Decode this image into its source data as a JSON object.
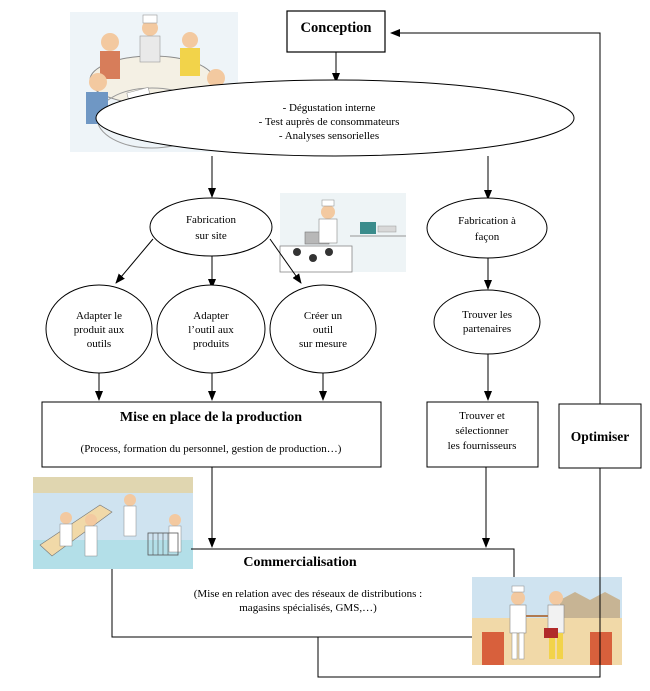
{
  "nodes": {
    "conception": {
      "label": "Conception"
    },
    "testing": {
      "lines": [
        "- Dégustation interne",
        "- Test auprès de consommateurs",
        "- Analyses sensorielles"
      ]
    },
    "fabrication_site": {
      "lines": [
        "Fabrication",
        "sur site"
      ]
    },
    "fabrication_facon": {
      "lines": [
        "Fabrication à",
        "façon"
      ]
    },
    "adapter_produit": {
      "lines": [
        "Adapter le",
        "produit aux",
        "outils"
      ]
    },
    "adapter_outil": {
      "lines": [
        "Adapter",
        "l’outil aux",
        "produits"
      ]
    },
    "creer_outil": {
      "lines": [
        "Créer un",
        "outil",
        "sur mesure"
      ]
    },
    "trouver_partenaires": {
      "lines": [
        "Trouver les",
        "partenaires"
      ]
    },
    "mise_en_place": {
      "title": "Mise en place de la production",
      "subtitle": "(Process, formation du personnel, gestion de production…)"
    },
    "trouver_fournisseurs": {
      "lines": [
        "Trouver et",
        "sélectionner",
        "les fournisseurs"
      ]
    },
    "optimiser": {
      "label": "Optimiser"
    },
    "commercialisation": {
      "title": "Commercialisation",
      "lines": [
        "(Mise en relation avec des réseaux de distributions :",
        "magasins spécialisés, GMS,…)"
      ]
    }
  },
  "illustrations": {
    "meeting": "business-meeting-illustration",
    "kitchen": "chef-kitchen-illustration",
    "factory": "factory-workers-illustration",
    "handshake": "handshake-illustration"
  },
  "colors": {
    "line": "#000000",
    "box_fill": "#ffffff",
    "sky": "#cfe3f0",
    "wall": "#f1d9a8",
    "roof": "#d8603c",
    "skin": "#f3c9a0",
    "suit_blue": "#6f97c4",
    "shirt_yellow": "#f2d34a",
    "floor": "#b3dfe8"
  }
}
